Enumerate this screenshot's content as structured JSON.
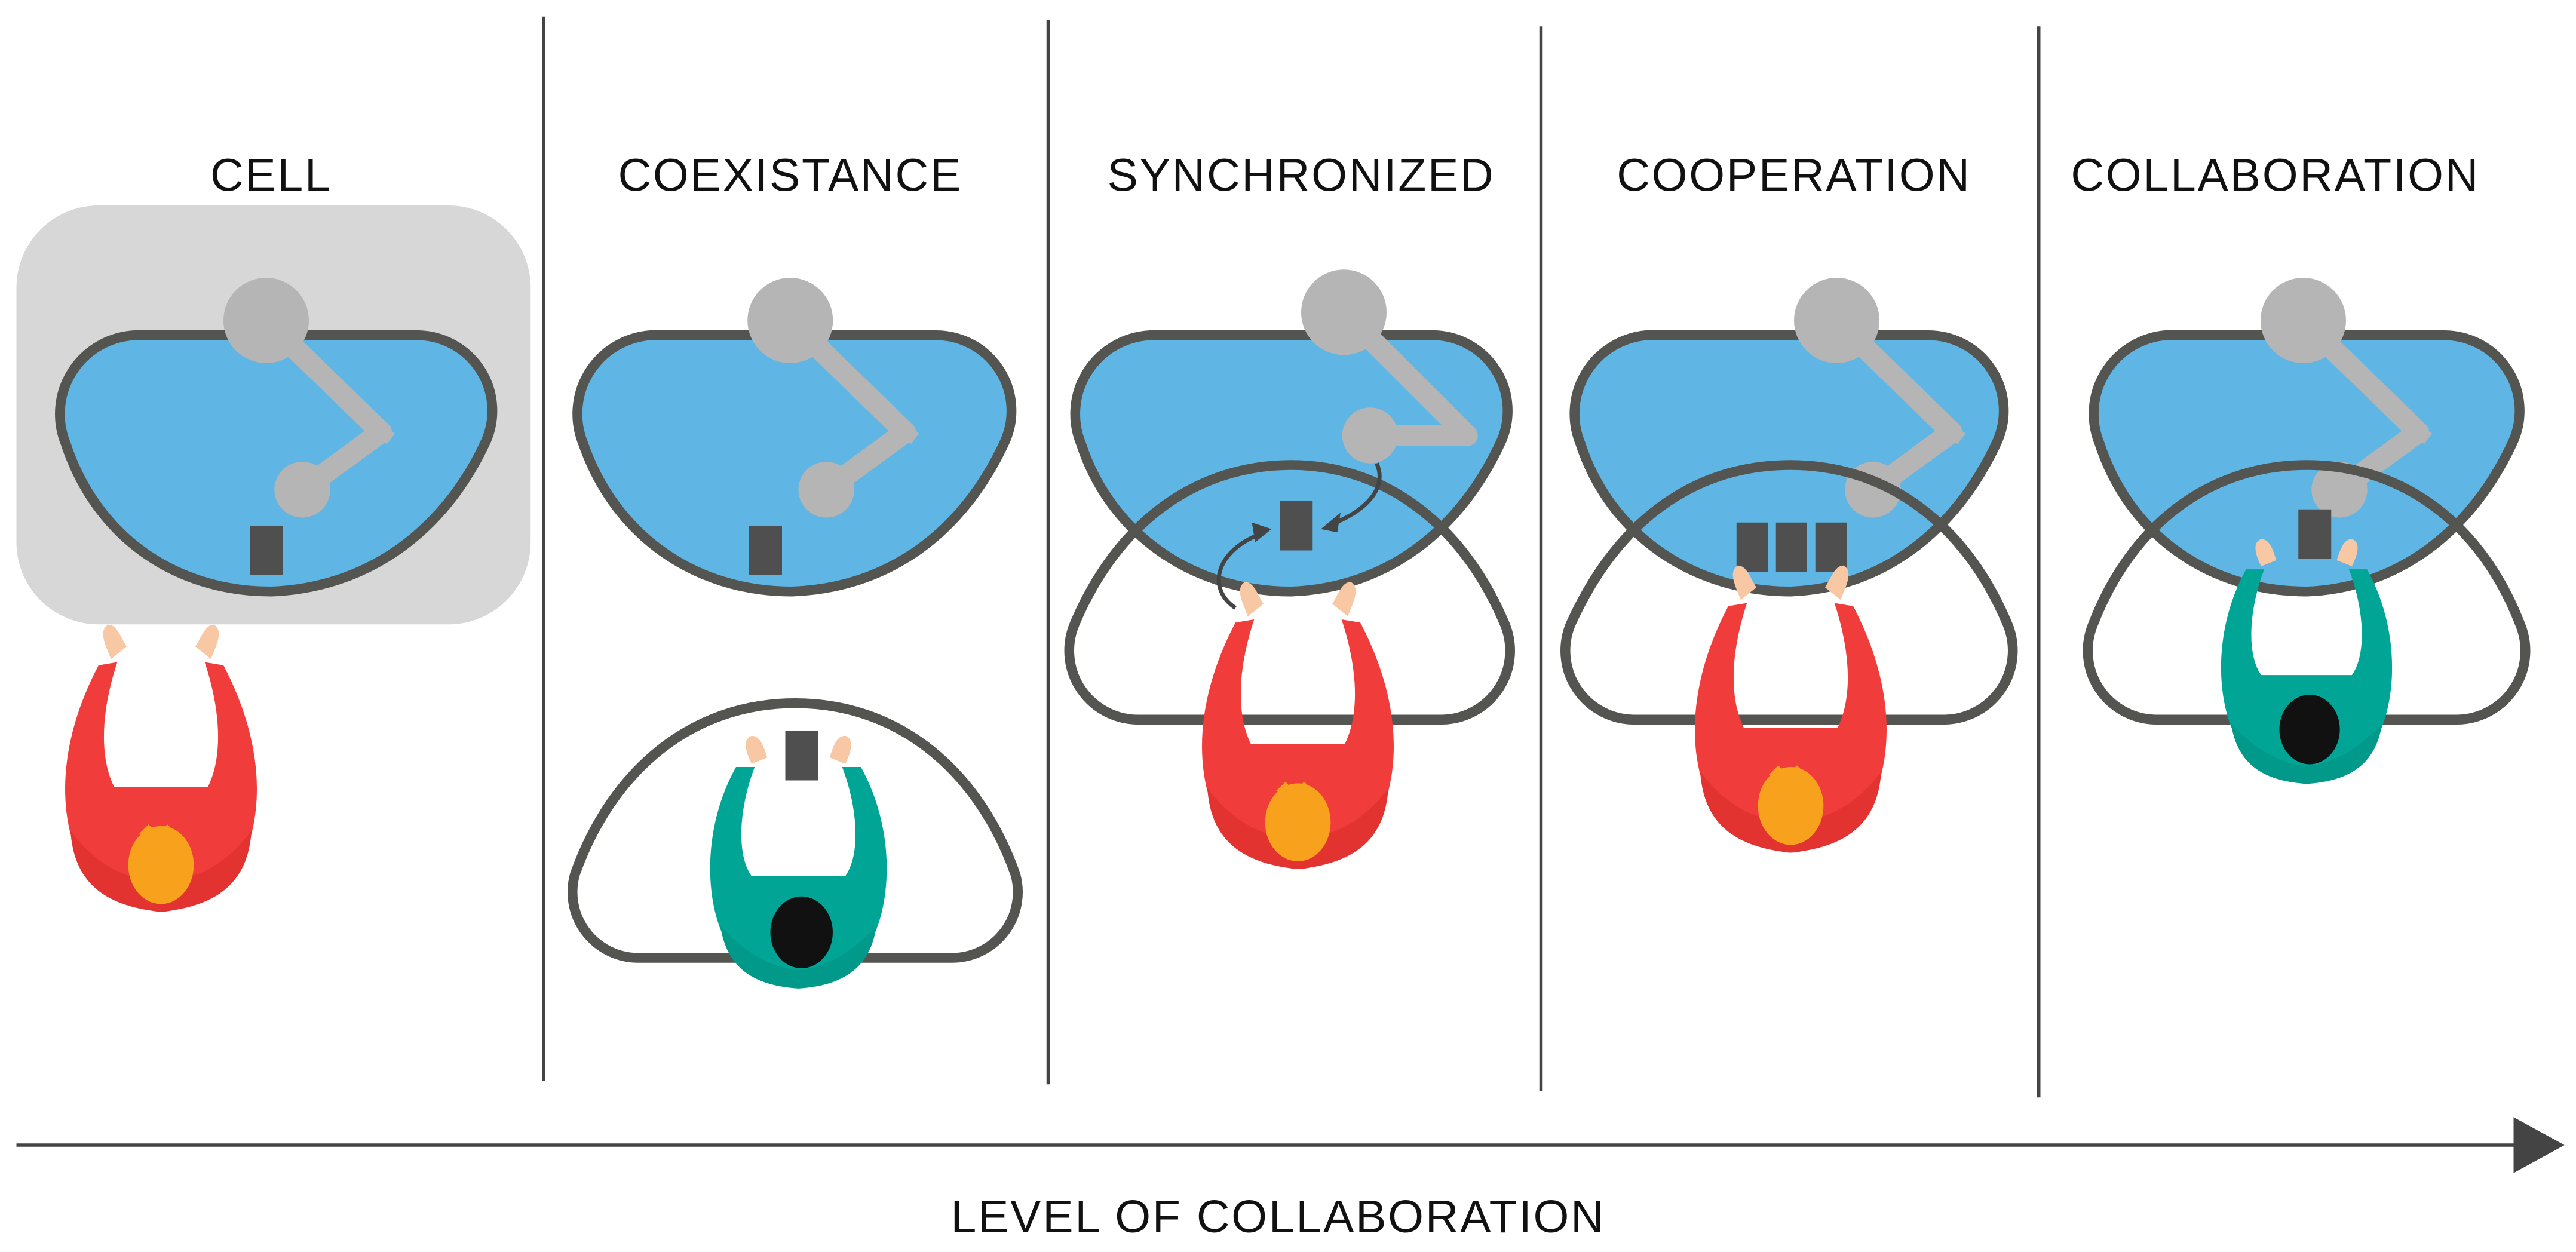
{
  "panels": [
    {
      "id": "cell",
      "title": "CELL"
    },
    {
      "id": "coexistance",
      "title": "COEXISTANCE"
    },
    {
      "id": "synchronized",
      "title": "SYNCHRONIZED"
    },
    {
      "id": "cooperation",
      "title": "COOPERATION"
    },
    {
      "id": "collaboration",
      "title": "COLLABORATION"
    }
  ],
  "axis": {
    "label": "LEVEL OF COLLABORATION"
  },
  "colors": {
    "robot_zone": "#5fb6e4",
    "outline": "#545450",
    "robot_arm": "#b5b5b5",
    "cell_enclosure": "#d7d7d7",
    "shirt_red": "#f03c3a",
    "shirt_teal": "#00a596",
    "hair_orange": "#f7a11c",
    "hair_black": "#111111",
    "skin": "#f8c7a4",
    "part": "#4f4f4f",
    "background": "#ffffff"
  }
}
